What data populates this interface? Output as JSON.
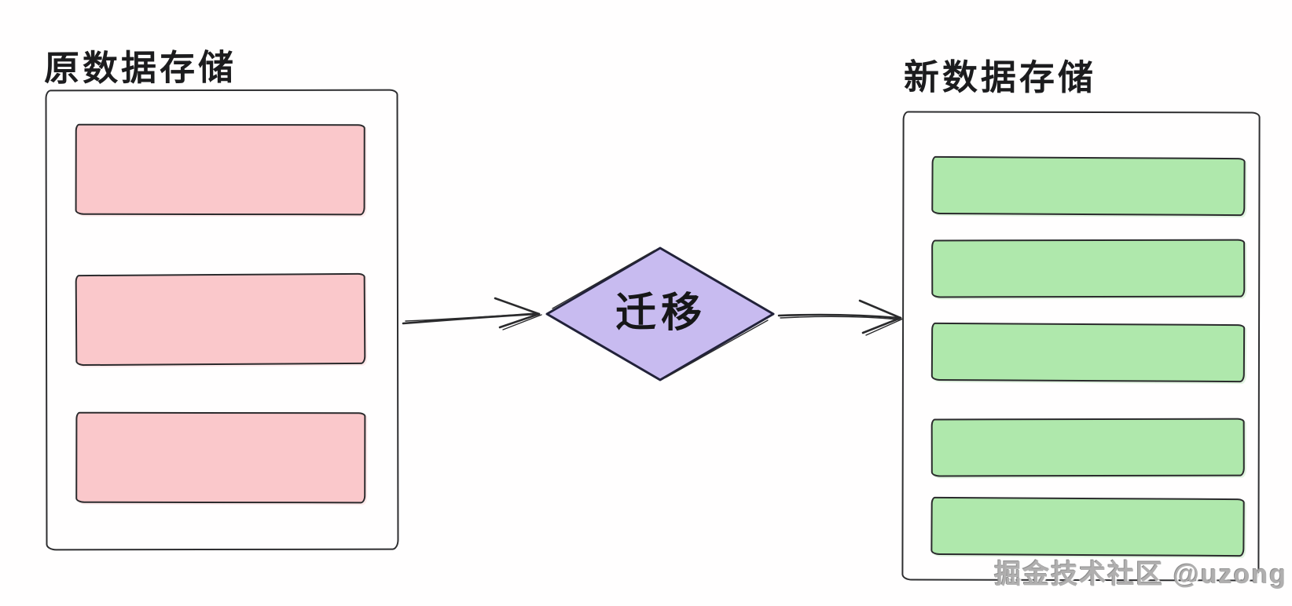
{
  "source_panel": {
    "title": "原数据存储",
    "row_count": 3,
    "row_color": "#fac8cb"
  },
  "target_panel": {
    "title": "新数据存储",
    "row_count": 5,
    "row_color": "#afe8ac"
  },
  "migration_node": {
    "label": "迁移",
    "fill": "#c8bbf0",
    "stroke": "#22223a"
  },
  "arrows": [
    {
      "from": "source_panel",
      "to": "migration_node"
    },
    {
      "from": "migration_node",
      "to": "target_panel"
    }
  ],
  "watermark": "掘金技术社区 @uzong",
  "colors": {
    "outline": "#2e2e30",
    "source_row_fill": "#fac8cb",
    "target_row_fill": "#afe8ac",
    "diamond_fill": "#c8bbf0",
    "watermark_text": "#b0afaf",
    "background": "#ffffff"
  }
}
